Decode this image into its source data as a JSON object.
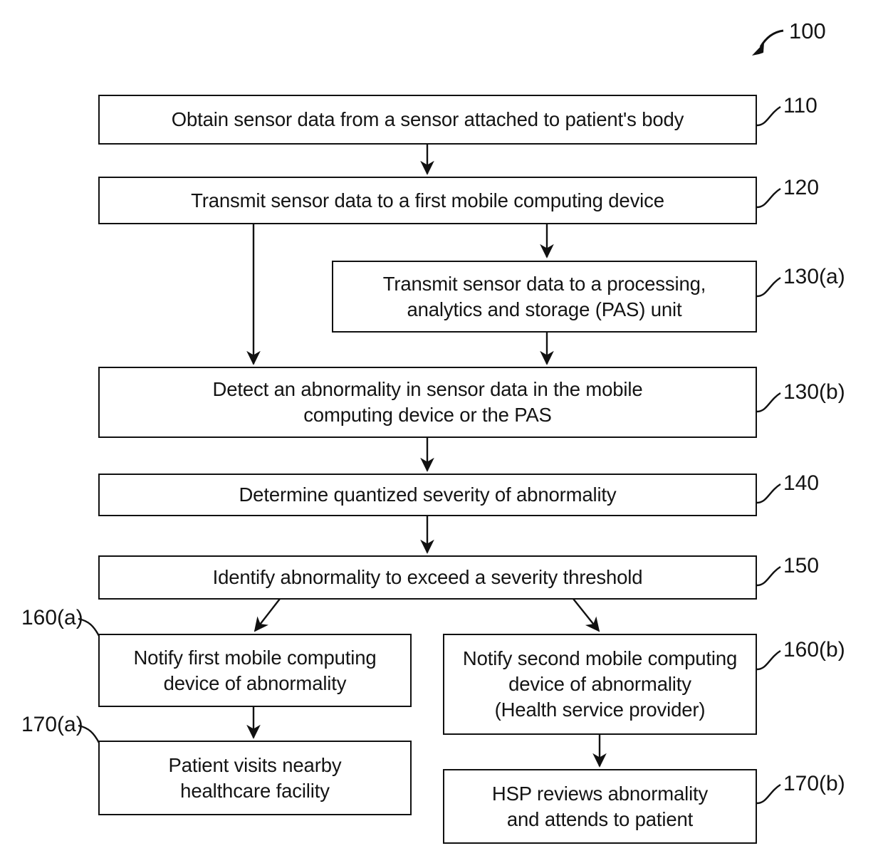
{
  "figure": {
    "number": "100",
    "number_marker": "curved-arrow-up-right"
  },
  "nodes": [
    {
      "id": "110",
      "ref": "110",
      "text": "Obtain sensor data from a sensor attached to patient's body",
      "name": "node-obtain-sensor-data"
    },
    {
      "id": "120",
      "ref": "120",
      "text": "Transmit sensor data to a first mobile computing device",
      "name": "node-transmit-to-mobile-device"
    },
    {
      "id": "130a",
      "ref": "130(a)",
      "text": "Transmit sensor data to a processing,\nanalytics and storage (PAS) unit",
      "name": "node-transmit-to-pas-unit"
    },
    {
      "id": "130b",
      "ref": "130(b)",
      "text": "Detect an abnormality in sensor data in the mobile\ncomputing device or the PAS",
      "name": "node-detect-abnormality"
    },
    {
      "id": "140",
      "ref": "140",
      "text": "Determine quantized severity of abnormality",
      "name": "node-determine-severity"
    },
    {
      "id": "150",
      "ref": "150",
      "text": "Identify abnormality to exceed a severity threshold",
      "name": "node-identify-threshold-exceeded"
    },
    {
      "id": "160a",
      "ref": "160(a)",
      "text": "Notify first mobile computing\ndevice of abnormality",
      "name": "node-notify-first-device"
    },
    {
      "id": "160b",
      "ref": "160(b)",
      "text": "Notify second mobile computing\ndevice of abnormality\n(Health service provider)",
      "name": "node-notify-second-device"
    },
    {
      "id": "170a",
      "ref": "170(a)",
      "text": "Patient visits nearby\nhealthcare facility",
      "name": "node-patient-visits-facility"
    },
    {
      "id": "170b",
      "ref": "170(b)",
      "text": "HSP reviews abnormality\nand attends to patient",
      "name": "node-hsp-reviews-abnormality"
    }
  ],
  "edges": [
    {
      "from": "110",
      "to": "120",
      "name": "edge-110-to-120"
    },
    {
      "from": "120",
      "to": "130a",
      "name": "edge-120-to-130a"
    },
    {
      "from": "120",
      "to": "130b",
      "name": "edge-120-to-130b"
    },
    {
      "from": "130a",
      "to": "130b",
      "name": "edge-130a-to-130b"
    },
    {
      "from": "130b",
      "to": "140",
      "name": "edge-130b-to-140"
    },
    {
      "from": "140",
      "to": "150",
      "name": "edge-140-to-150"
    },
    {
      "from": "150",
      "to": "160a",
      "name": "edge-150-to-160a"
    },
    {
      "from": "150",
      "to": "160b",
      "name": "edge-150-to-160b"
    },
    {
      "from": "160a",
      "to": "170a",
      "name": "edge-160a-to-170a"
    },
    {
      "from": "160b",
      "to": "170b",
      "name": "edge-160b-to-170b"
    }
  ],
  "colors": {
    "stroke": "#111111",
    "text": "#141414",
    "background": "#ffffff"
  }
}
